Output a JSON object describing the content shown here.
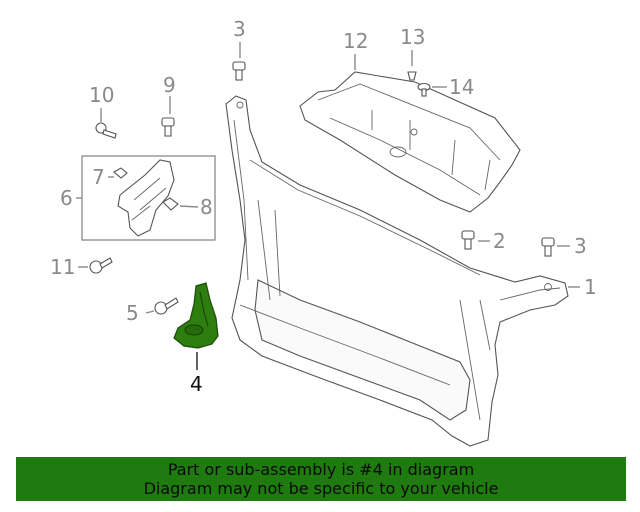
{
  "callouts": {
    "c1": "1",
    "c2": "2",
    "c3a": "3",
    "c3b": "3",
    "c4": "4",
    "c5": "5",
    "c6": "6",
    "c7": "7",
    "c8": "8",
    "c9": "9",
    "c10": "10",
    "c11": "11",
    "c12": "12",
    "c13": "13",
    "c14": "14"
  },
  "banner": {
    "line1": "Part or sub-assembly is #4 in diagram",
    "line2": "Diagram may not be specific to your vehicle"
  },
  "colors": {
    "highlight": "#2e7d0f",
    "banner": "#1f7a0f",
    "callout": "#8a8a8a"
  }
}
